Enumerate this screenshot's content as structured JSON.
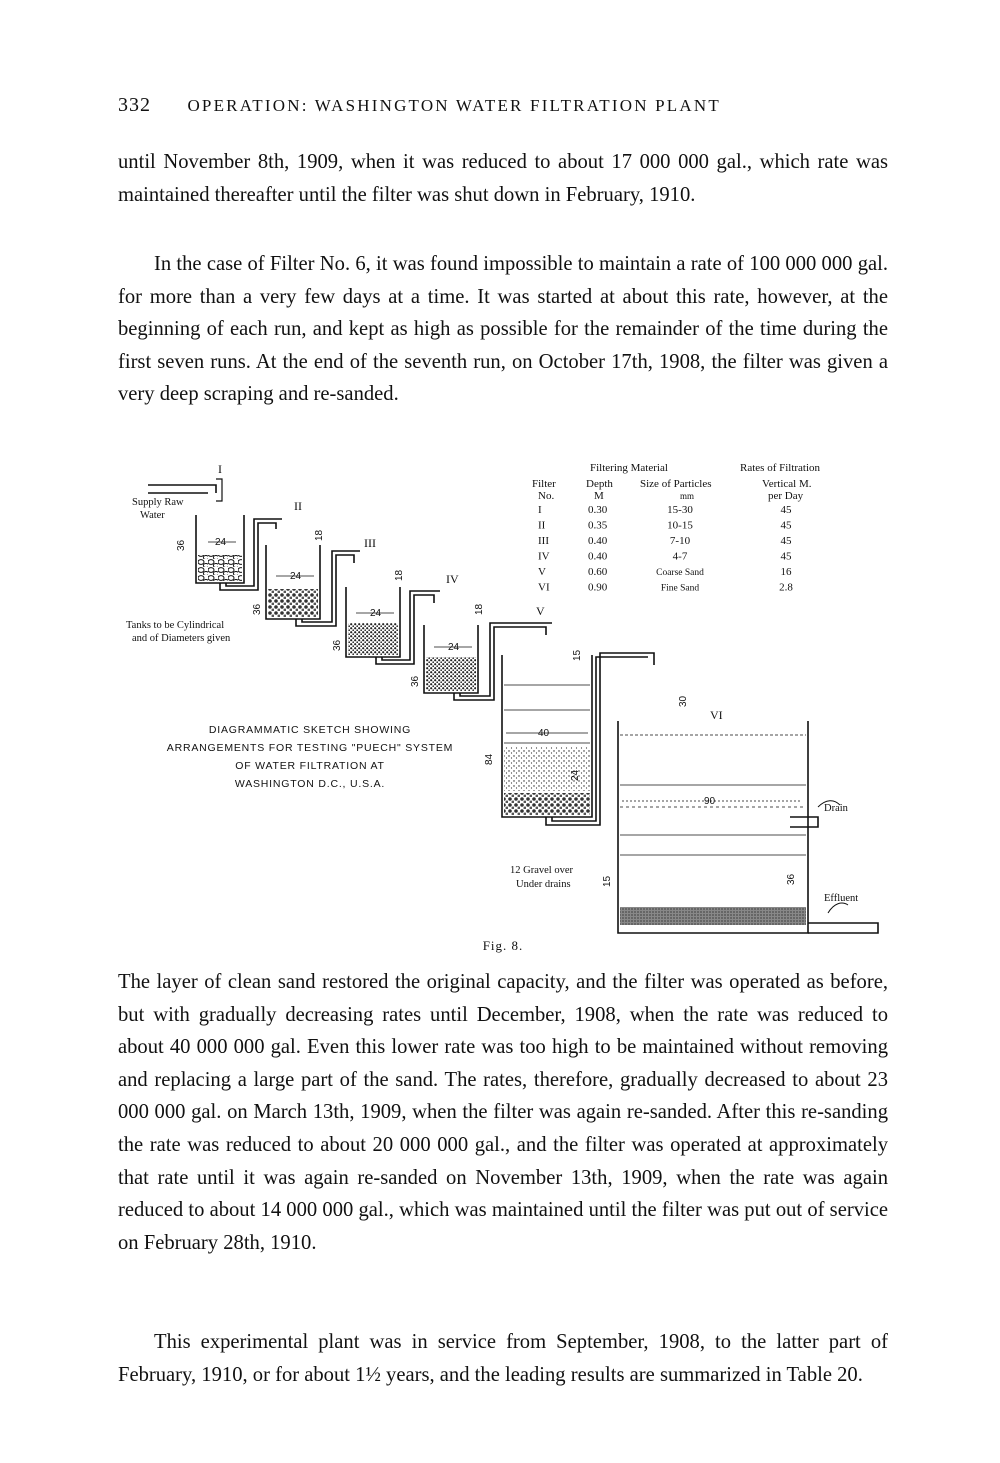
{
  "header": {
    "page_number": "332",
    "running_title": "OPERATION: WASHINGTON WATER FILTRATION PLANT"
  },
  "paragraphs": {
    "p1": "until November 8th, 1909, when it was reduced to about 17 000 000 gal., which rate was maintained thereafter until the filter was shut down in February, 1910.",
    "p2": "In the case of Filter No. 6, it was found impossible to maintain a rate of 100 000 000 gal. for more than a very few days at a time. It was started at about this rate, however, at the beginning of each run, and kept as high as possible for the remainder of the time during the first seven runs. At the end of the seventh run, on October 17th, 1908, the filter was given a very deep scraping and re-sanded.",
    "p3": "The layer of clean sand restored the original capacity, and the filter was operated as before, but with gradually decreasing rates until December, 1908, when the rate was reduced to about 40 000 000 gal. Even this lower rate was too high to be maintained without removing and replacing a large part of the sand. The rates, therefore, gradually decreased to about 23 000 000 gal. on March 13th, 1909, when the filter was again re-sanded. After this re-sanding the rate was reduced to about 20 000 000 gal., and the filter was operated at approximately that rate until it was again re-sanded on November 13th, 1909, when the rate was again reduced to about 14 000 000 gal., which was maintained until the filter was put out of service on February 28th, 1910.",
    "p4": "This experimental plant was in service from September, 1908, to the latter part of February, 1910, or for about 1½ years, and the leading results are summarized in Table 20."
  },
  "figure": {
    "caption": "Fig. 8.",
    "title_lines": [
      "DIAGRAMMATIC SKETCH SHOWING",
      "ARRANGEMENTS FOR TESTING \"PUECH\" SYSTEM",
      "OF WATER FILTRATION AT",
      "WASHINGTON D.C., U.S.A."
    ],
    "labels": {
      "supply_1": "Supply Raw",
      "supply_2": "Water",
      "tanks_1": "Tanks to be Cylindrical",
      "tanks_2": "and of Diameters given",
      "gravel_1": "12 Gravel over",
      "gravel_2": "Under drains",
      "drain": "Drain",
      "effluent": "Effluent"
    },
    "tank_numbers": [
      "I",
      "II",
      "III",
      "IV",
      "V",
      "VI"
    ],
    "dimensions": {
      "d24": "24",
      "d40": "40",
      "d90": "90",
      "d36": "36",
      "d84": "84",
      "d18": "18",
      "d30": "30",
      "d15": "15"
    },
    "table": {
      "head_group_1": "Filtering Material",
      "head_group_2": "Rates of Filtration",
      "col_filter_1": "Filter",
      "col_filter_2": "No.",
      "col_depth_1": "Depth",
      "col_depth_2": "M",
      "col_size_1": "Size of Particles",
      "col_size_2": "mm",
      "col_rate_1": "Vertical M.",
      "col_rate_2": "per Day",
      "rows": [
        {
          "no": "I",
          "depth": "0.30",
          "size": "15-30",
          "rate": "45"
        },
        {
          "no": "II",
          "depth": "0.35",
          "size": "10-15",
          "rate": "45"
        },
        {
          "no": "III",
          "depth": "0.40",
          "size": "7-10",
          "rate": "45"
        },
        {
          "no": "IV",
          "depth": "0.40",
          "size": "4-7",
          "rate": "45"
        },
        {
          "no": "V",
          "depth": "0.60",
          "size": "Coarse Sand",
          "rate": "16"
        },
        {
          "no": "VI",
          "depth": "0.90",
          "size": "Fine Sand",
          "rate": "2.8"
        }
      ]
    }
  }
}
